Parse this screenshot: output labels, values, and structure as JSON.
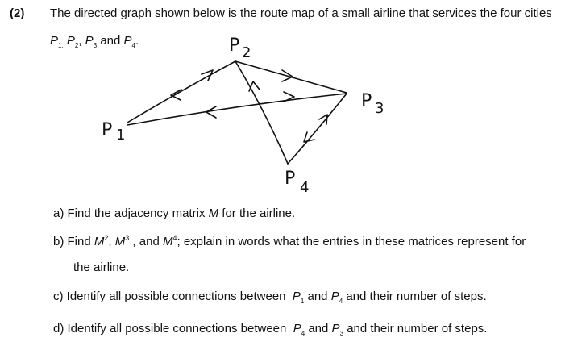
{
  "question": {
    "number": "(2)",
    "intro": "The directed graph shown below is the route map of a small airline that services the four cities"
  },
  "cities_line": {
    "p": "P",
    "s1": "1,",
    "s2": "2",
    "s3": "3",
    "s4": "4",
    "sep_comma": ",",
    "sep_and": "and",
    "end": "."
  },
  "graph_labels": {
    "p1": {
      "letter": "P",
      "index": "1"
    },
    "p2": {
      "letter": "P",
      "index": "2"
    },
    "p3": {
      "letter": "P",
      "index": "3"
    },
    "p4": {
      "letter": "P",
      "index": "4"
    }
  },
  "parts": {
    "a": {
      "prefix": "a)",
      "text1": "Find the adjacency matrix",
      "var": "M",
      "text2": "for the airline."
    },
    "b": {
      "prefix": "b)",
      "text1": "Find",
      "m": "M",
      "e2": "2",
      "e3": "3",
      "e4": "4",
      "comma": ",",
      "and": ", and",
      "text2": "; explain in words what the entries in these matrices represent for",
      "cont": "the airline."
    },
    "c": {
      "prefix": "c)",
      "text1": "Identify all possible connections between",
      "p": "P",
      "a": "1",
      "and": "and",
      "b": "4",
      "text2": "and their number of steps."
    },
    "d": {
      "prefix": "d)",
      "text1": "Identify all possible connections between",
      "p": "P",
      "a": "4",
      "and": "and",
      "b": "3",
      "text2": "and their number of steps."
    }
  }
}
